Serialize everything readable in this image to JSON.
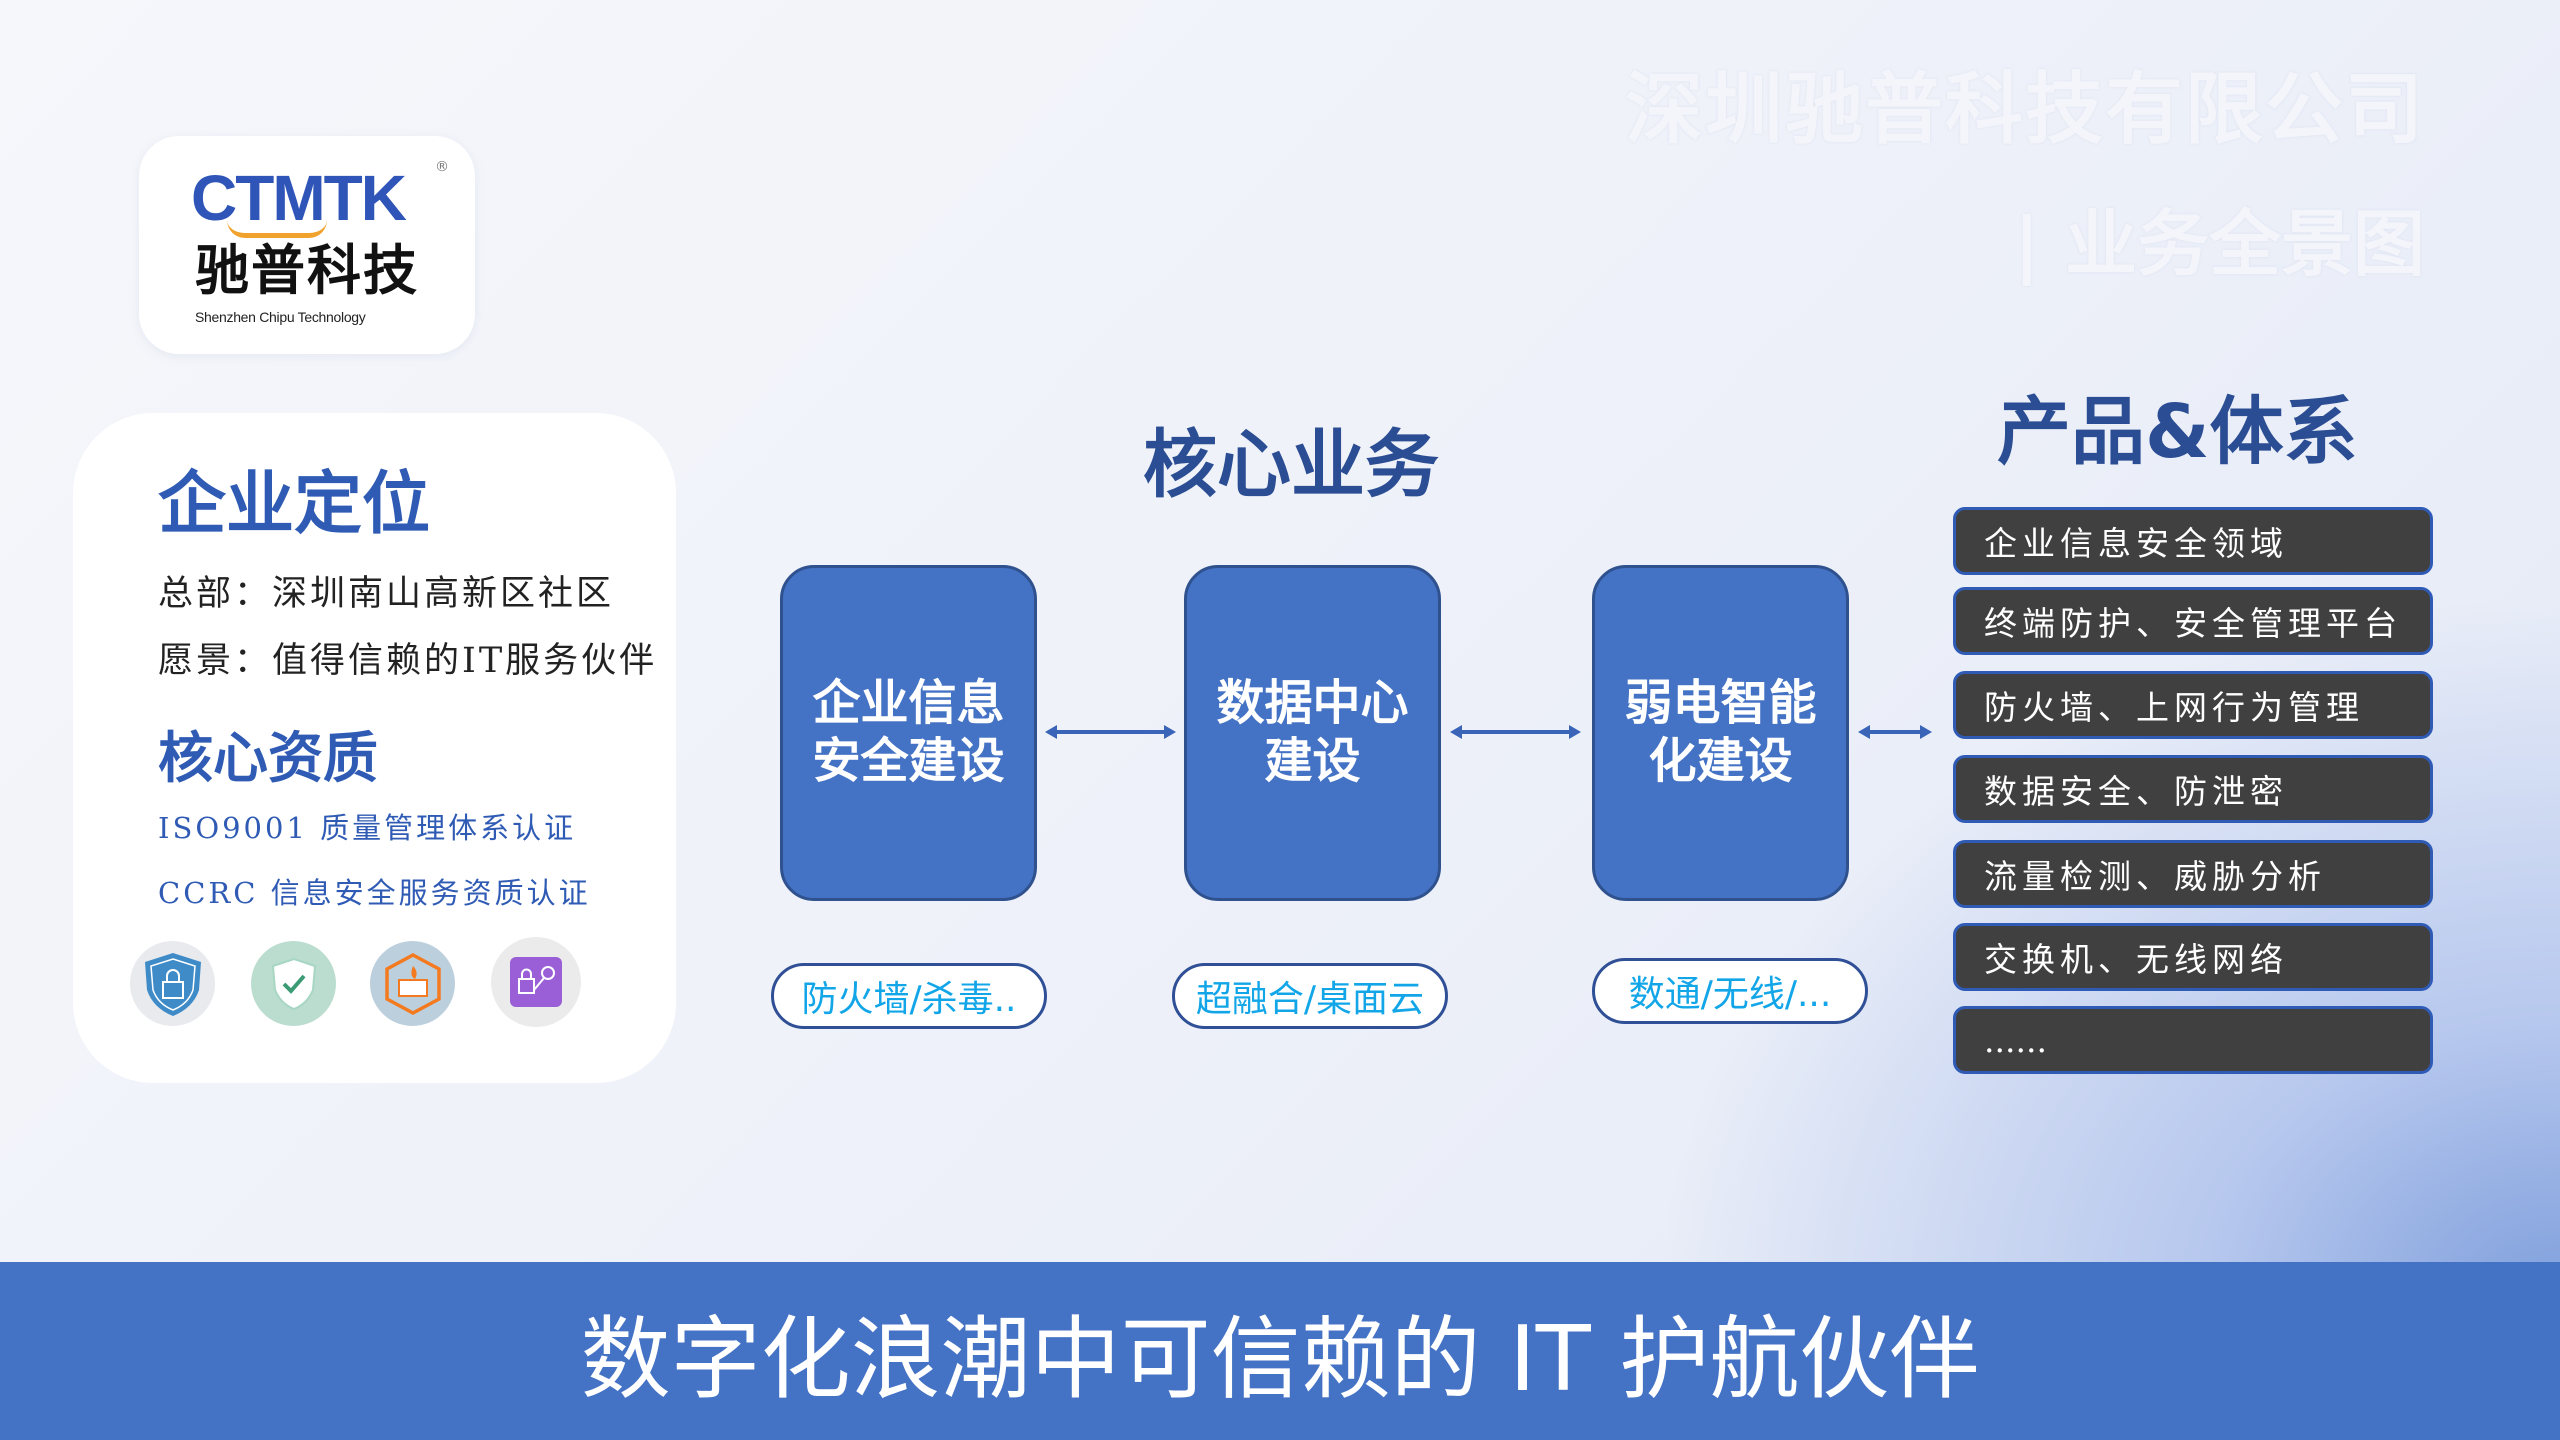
{
  "logo": {
    "en": "CTMTK",
    "cn": "驰普科技",
    "sub": "Shenzhen Chipu Technology"
  },
  "header": {
    "company": "深圳驰普科技有限公司",
    "subtitle": "| 业务全景图"
  },
  "positioning": {
    "heading": "企业定位",
    "hq": "总部：深圳南山高新区社区",
    "vision": "愿景：值得信赖的IT服务伙伴",
    "qual_heading": "核心资质",
    "quals": [
      "ISO9001 质量管理体系认证",
      "CCRC 信息安全服务资质认证"
    ],
    "icons": [
      "shield-lock-icon",
      "shield-check-icon",
      "firewall-icon",
      "lock-key-icon"
    ]
  },
  "core": {
    "heading": "核心业务",
    "boxes": [
      "企业信息安全建设",
      "数据中心建设",
      "弱电智能化建设"
    ],
    "tags": [
      "防火墙/杀毒..",
      "超融合/桌面云",
      "数通/无线/..."
    ]
  },
  "products": {
    "heading": "产品&体系",
    "items": [
      "企业信息安全领域",
      "终端防护、安全管理平台",
      "防火墙、上网行为管理",
      "数据安全、防泄密",
      "流量检测、威胁分析",
      "交换机、无线网络",
      "......"
    ]
  },
  "footer": {
    "slogan": "数字化浪潮中可信赖的 IT 护航伙伴"
  },
  "colors": {
    "primary": "#4472c4",
    "heading": "#2f5bb5",
    "item_bg": "#404040",
    "tag_text": "#12a6e8"
  }
}
